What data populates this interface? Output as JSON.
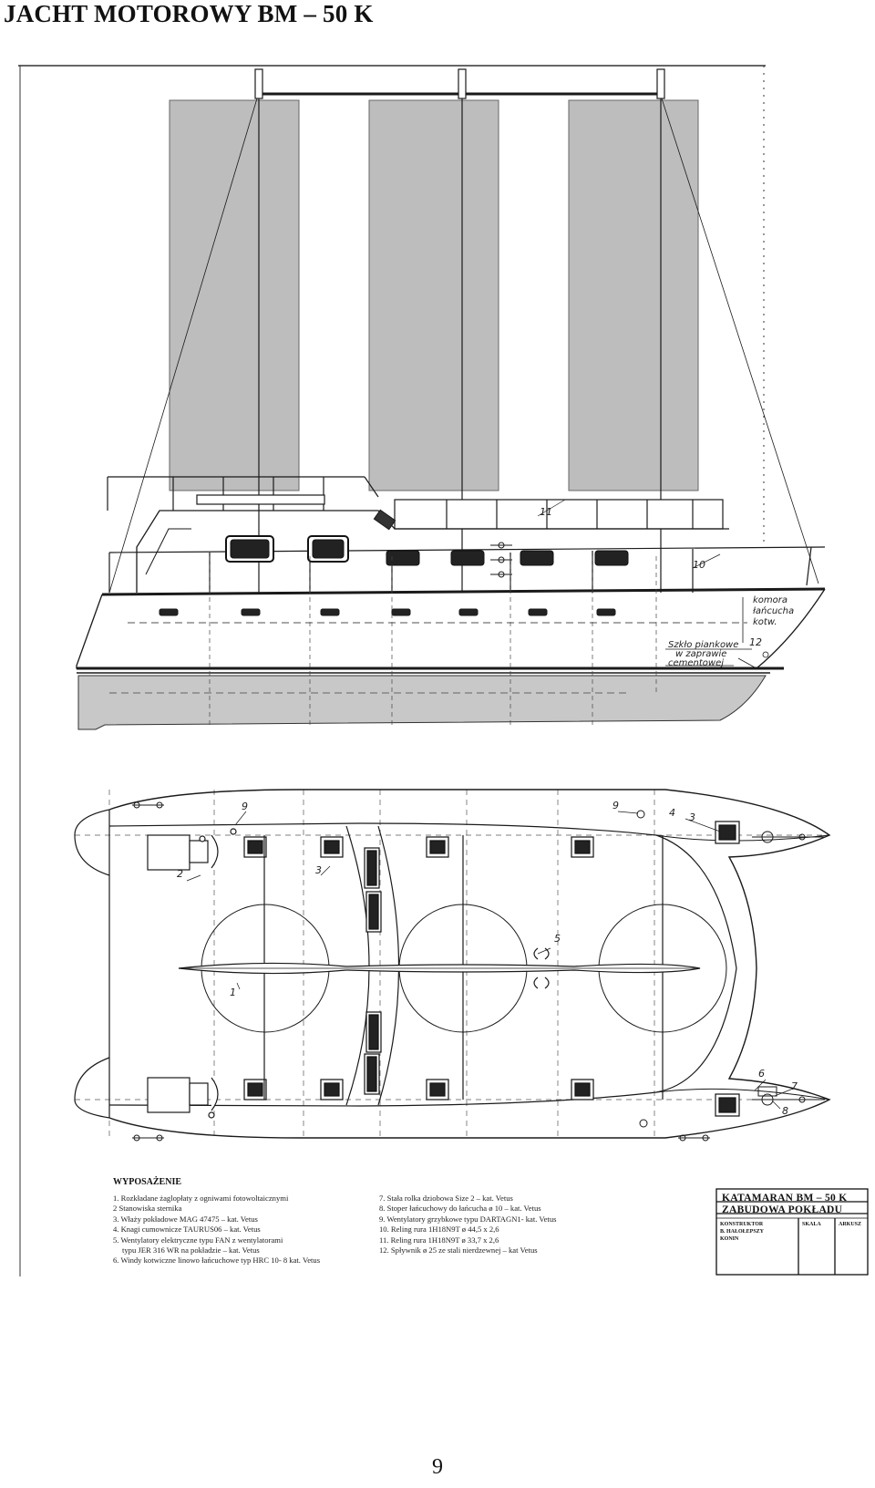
{
  "page": {
    "title": "JACHT MOTOROWY BM – 50 K",
    "page_number": "9"
  },
  "side_view": {
    "notes": {
      "chain_chamber": [
        "komora",
        "łańcucha",
        "kotw."
      ],
      "glass_tile": [
        "Szkło piankowe",
        "w zaprawie",
        "cementowej"
      ]
    },
    "callouts": [
      "11",
      "10",
      "12"
    ]
  },
  "plan_view": {
    "callouts": [
      "9",
      "9",
      "4",
      "3",
      "2",
      "3",
      "5",
      "1",
      "6",
      "7",
      "8"
    ]
  },
  "equipment": {
    "heading": "WYPOSAŻENIE",
    "left_items": [
      "1. Rozkładane żaglopłaty z ogniwami fotowoltaicznymi",
      "2 Stanowiska sternika",
      "3. Właży pokładowe MAG 47475 – kat. Vetus",
      "4. Knagi cumownicze TAURUS06 – kat. Vetus",
      "5. Wentylatory elektryczne typu FAN z wentylatorami",
      "typu JER 316 WR na pokładzie – kat. Vetus",
      "6. Windy kotwiczne linowo łańcuchowe typ HRC 10- 8 kat. Vetus"
    ],
    "right_items": [
      "7. Stała rolka dziobowa Size 2 – kat. Vetus",
      "8. Stoper łańcuchowy do łańcucha ø 10 – kat. Vetus",
      "9. Wentylatory grzybkowe typu DARTAGN1- kat. Vetus",
      "10. Reling rura 1H18N9T ø 44,5 x 2,6",
      "11. Reling rura 1H18N9T ø 33,7 x 2,6",
      "12. Spływnik ø 25 ze stali nierdzewnej – kat Vetus"
    ]
  },
  "title_block": {
    "title": "KATAMARAN   BM – 50 K",
    "subtitle": "ZABUDOWA  POKŁADU",
    "designer_label": "KONSTRUKTOR",
    "designer_name": "B. HAŁOŁEPSZY",
    "designer_city": "KONIN",
    "scale_label": "SKALA",
    "sheet_label": "ARKUSZ"
  },
  "colors": {
    "sail_fill": "#bdbdbd",
    "hull_fill": "#c8c8c8",
    "line": "#1a1a1a"
  }
}
